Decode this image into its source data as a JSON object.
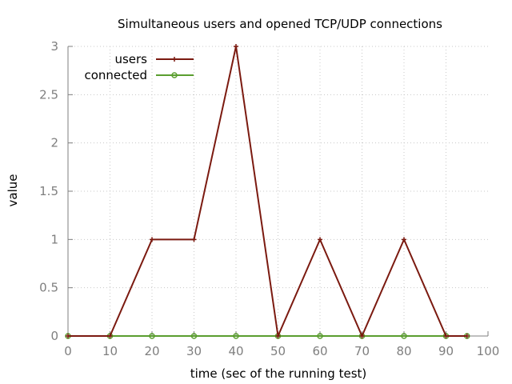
{
  "chart_data": {
    "type": "line",
    "title": "Simultaneous users and opened TCP/UDP connections",
    "xlabel": "time (sec of the running test)",
    "ylabel": "value",
    "xlim": [
      0,
      100
    ],
    "ylim": [
      0,
      3
    ],
    "x_ticks": [
      "0",
      "10",
      "20",
      "30",
      "40",
      "50",
      "60",
      "70",
      "80",
      "90",
      "100"
    ],
    "y_ticks": [
      "0",
      "0.5",
      "1",
      "1.5",
      "2",
      "2.5",
      "3"
    ],
    "grid": true,
    "legend_position": "top-left",
    "series": [
      {
        "name": "users",
        "color": "#7b1a10",
        "marker": "plus",
        "x": [
          0,
          10,
          20,
          30,
          40,
          50,
          60,
          70,
          80,
          90,
          95
        ],
        "y": [
          0,
          0,
          1,
          1,
          3,
          0,
          1,
          0,
          1,
          0,
          0
        ]
      },
      {
        "name": "connected",
        "color": "#5a9e2f",
        "marker": "circle",
        "x": [
          0,
          10,
          20,
          30,
          40,
          50,
          60,
          70,
          80,
          90,
          95
        ],
        "y": [
          0,
          0,
          0,
          0,
          0,
          0,
          0,
          0,
          0,
          0,
          0
        ]
      }
    ]
  }
}
